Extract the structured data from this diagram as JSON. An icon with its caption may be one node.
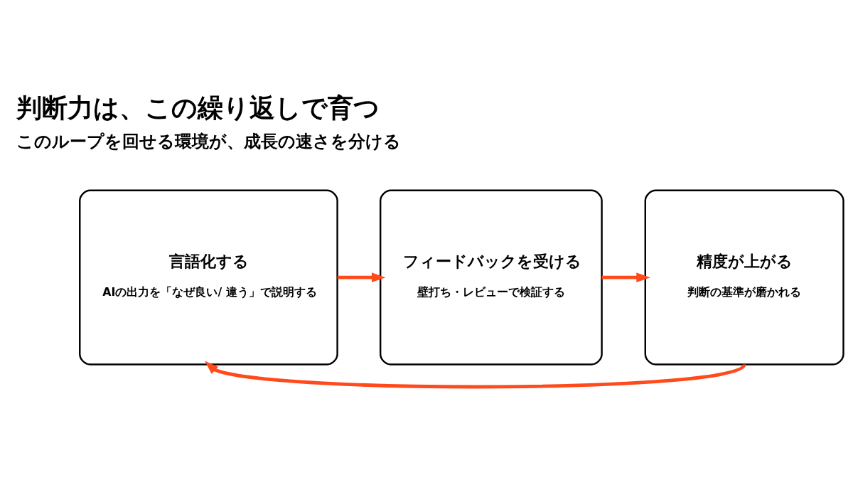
{
  "diagram": {
    "title": "判断力は、この繰り返しで育つ",
    "nodes": [
      {
        "text": [
          "言語化する",
          "AIの出力を「なぜ良い/ 違う」で説明する"
        ]
      },
      {
        "text": [
          "フィードバックを受ける",
          "壁打ち・レビューで検証する"
        ]
      },
      {
        "text": [
          "精度が上がる",
          "判断の基準が磨かれる"
        ]
      }
    ],
    "edges": [
      {
        "from": 0,
        "to": 1,
        "arrow": "to"
      },
      {
        "from": 1,
        "to": 2,
        "arrow": "to"
      },
      {
        "from": 2,
        "to": 0,
        "arrow": "to"
      }
    ],
    "labels": [
      "このループを回せる環境が、成長の速さを分ける"
    ]
  }
}
